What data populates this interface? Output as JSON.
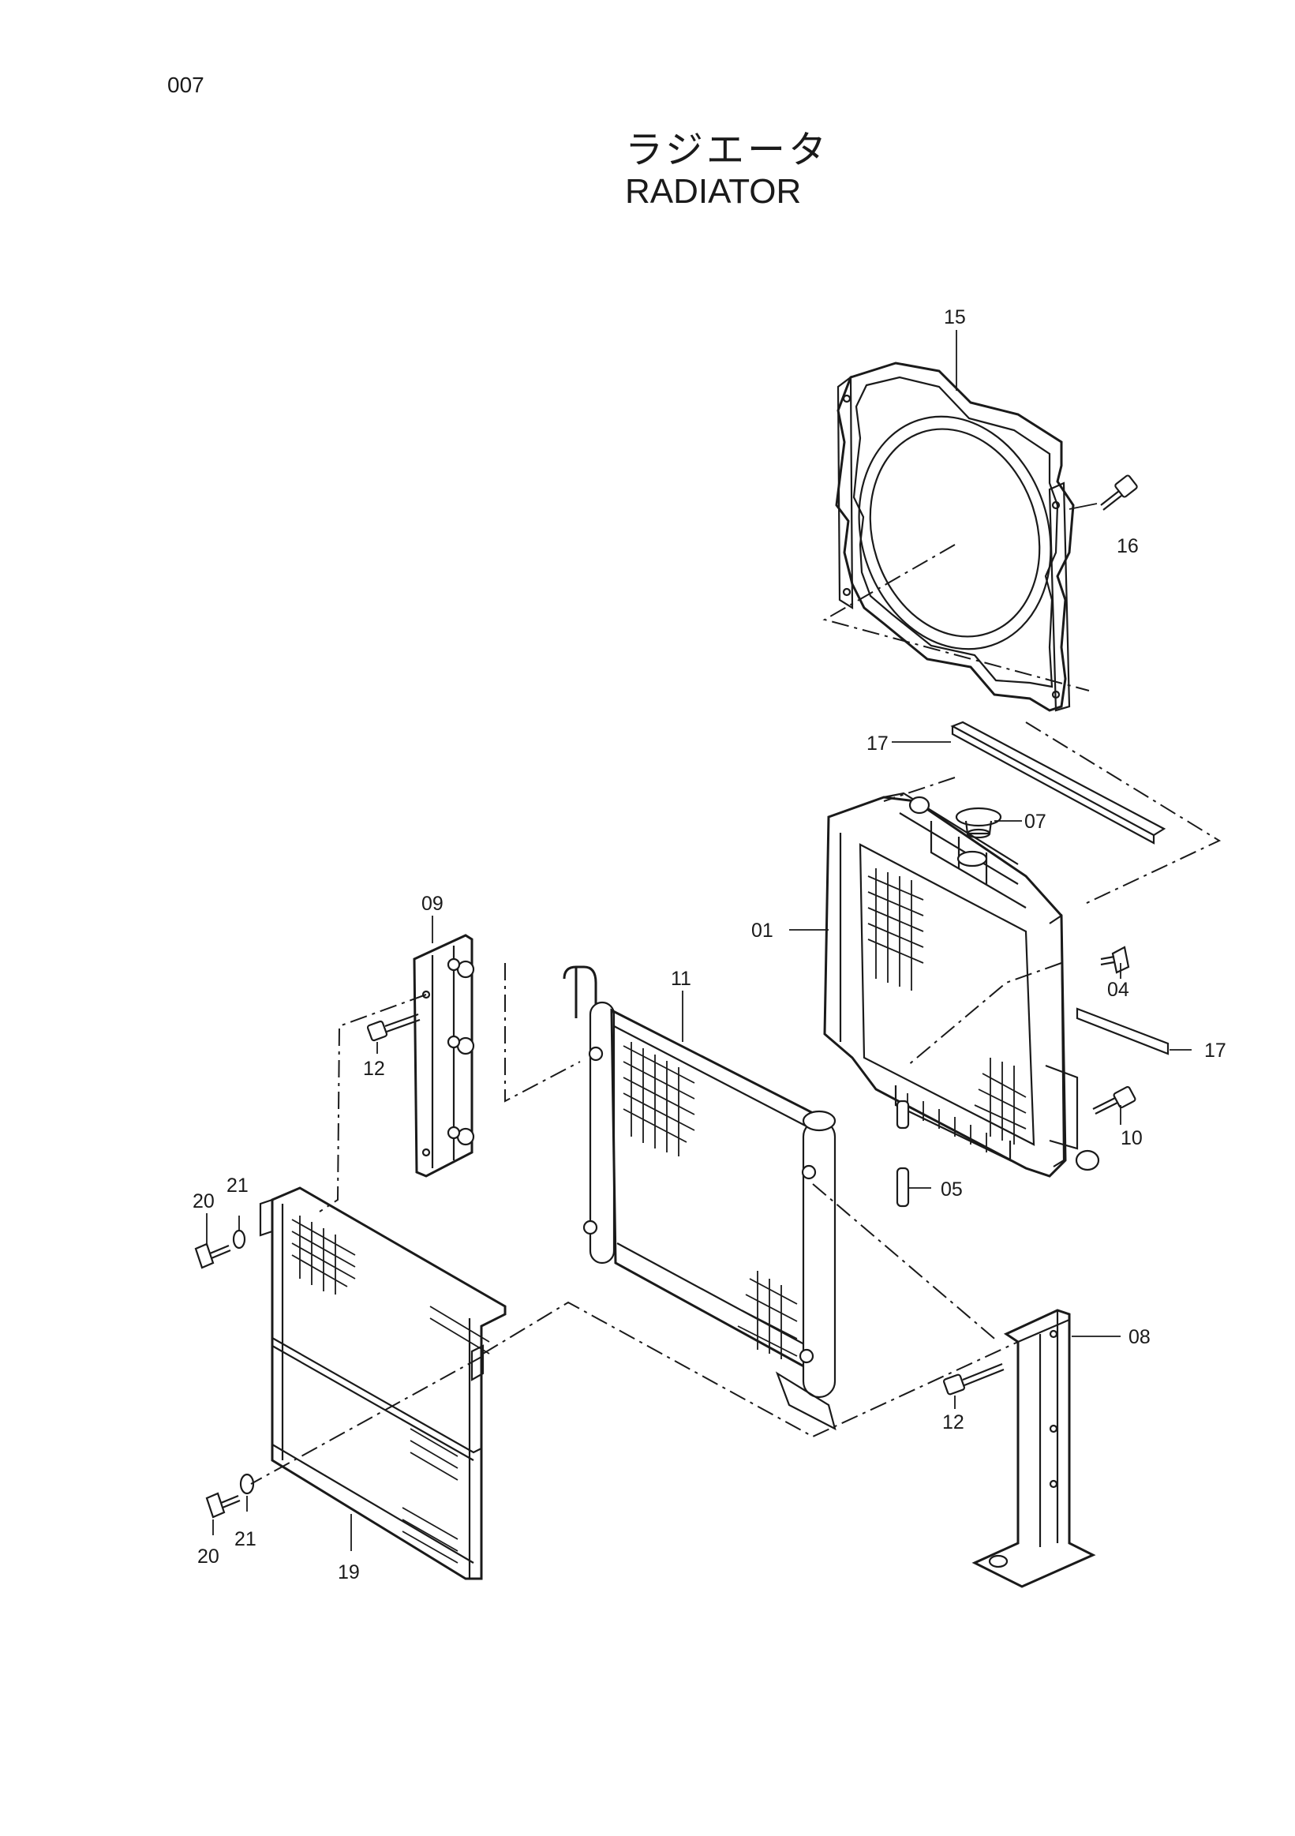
{
  "page": {
    "number": "007"
  },
  "title": {
    "japanese": "ラジエータ",
    "english": "RADIATOR"
  },
  "callouts": {
    "c15": "15",
    "c16": "16",
    "c17a": "17",
    "c07": "07",
    "c01": "01",
    "c04": "04",
    "c17b": "17",
    "c10": "10",
    "c05": "05",
    "c09": "09",
    "c11": "11",
    "c12a": "12",
    "c20a": "20",
    "c21a": "21",
    "c08": "08",
    "c12b": "12",
    "c20b": "20",
    "c21b": "21",
    "c19": "19"
  },
  "colors": {
    "line": "#1a1a1a",
    "background": "#ffffff"
  }
}
